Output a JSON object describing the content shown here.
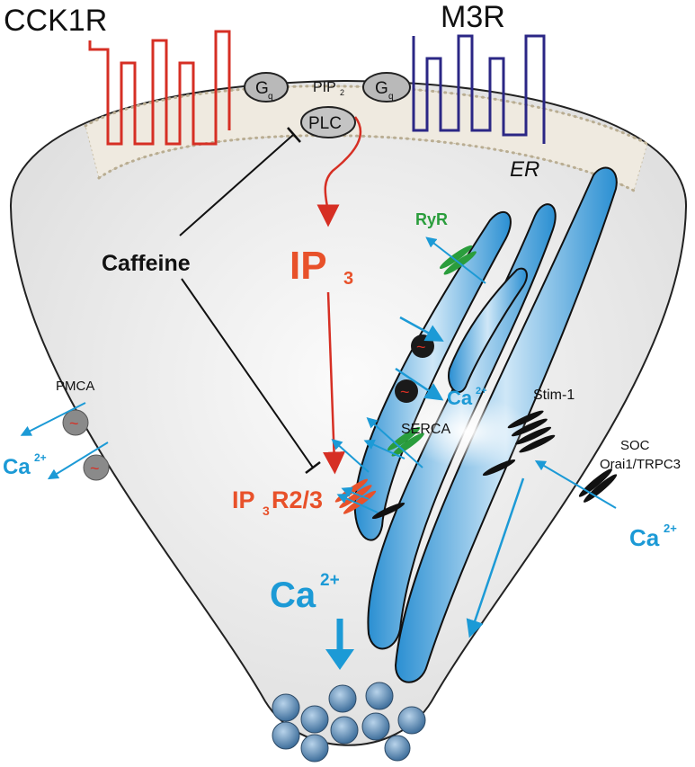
{
  "receptors": {
    "left": "CCK1R",
    "right": "M3R"
  },
  "membrane": {
    "gq_main": "G",
    "gq_sub": "q",
    "pip_main": "PIP",
    "pip_sub": "2",
    "plc": "PLC"
  },
  "caffeine": "Caffeine",
  "ip3": {
    "main": "IP",
    "sub": "3"
  },
  "er_label": "ER",
  "ryr": "RyR",
  "serca": "SERCA",
  "stim": "Stim-1",
  "soc": {
    "line1": "SOC",
    "line2": "Orai1/TRPC3"
  },
  "ip3r": {
    "main": "IP",
    "sub": "3",
    "rest": "R2/3"
  },
  "pmca": "PMCA",
  "calcium": {
    "main": "Ca",
    "sup": "2+"
  },
  "pump_symbol": "~",
  "colors": {
    "cck1r": "#d62f24",
    "m3r": "#2b2785",
    "ca_blue": "#1c9ad6",
    "ip3_orange": "#e8512a",
    "ryr_green": "#2a9d3c",
    "cell_fill": "#ececec"
  }
}
